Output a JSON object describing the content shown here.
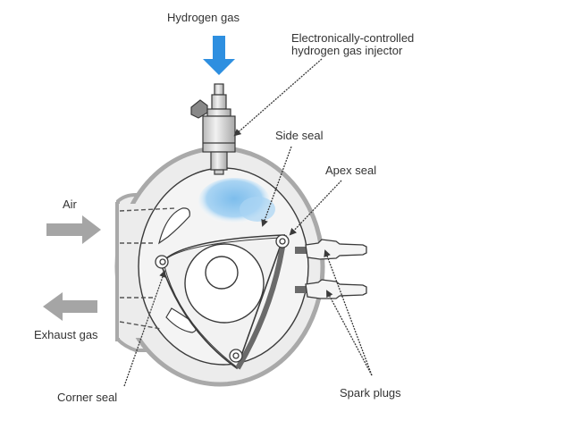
{
  "title": "Hydrogen rotary engine",
  "labels": {
    "hydrogen_gas": "Hydrogen gas",
    "injector_line1": "Electronically-controlled",
    "injector_line2": "hydrogen gas injector",
    "side_seal": "Side seal",
    "apex_seal": "Apex seal",
    "air": "Air",
    "exhaust_gas": "Exhaust gas",
    "corner_seal": "Corner seal",
    "spark_plugs": "Spark plugs"
  },
  "colors": {
    "hydrogen_arrow": "#2e8fe0",
    "hydrogen_cloud": "#8cc6ee",
    "housing": "#a9a9a9",
    "housing_fill": "#ececec",
    "line": "#3a3a3a",
    "flow_arrow": "#a5a5a5",
    "text": "#333333"
  },
  "icons": {
    "hydrogen_arrow": "arrow-down-icon",
    "air_arrow": "arrow-right-icon",
    "exhaust_arrow": "arrow-left-icon"
  }
}
